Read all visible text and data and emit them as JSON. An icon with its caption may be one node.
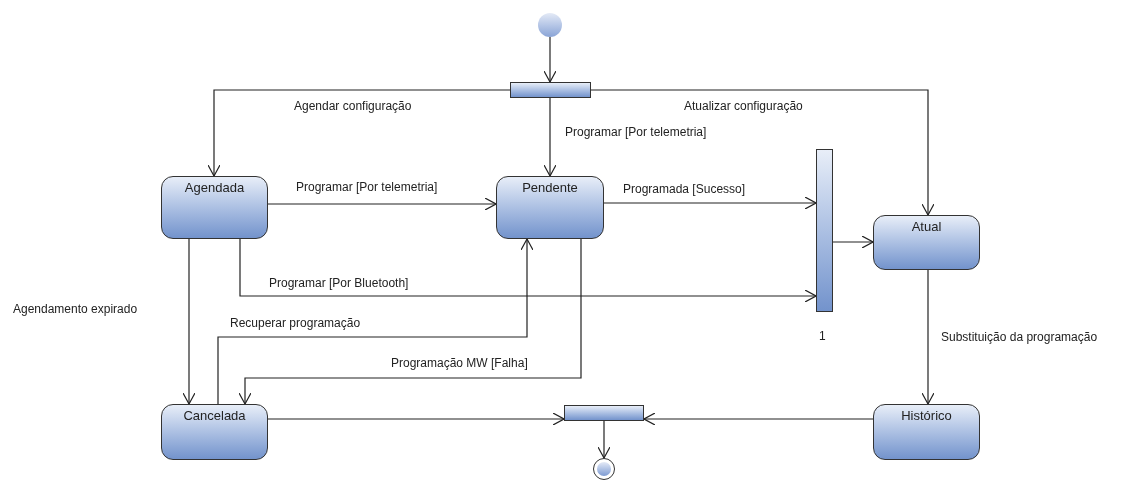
{
  "diagram": {
    "nodes": [
      {
        "text": [],
        "shape": "circle"
      },
      {
        "text": [],
        "shape": "bar"
      },
      {
        "text": [
          "Agendada"
        ]
      },
      {
        "text": [
          "Pendente"
        ]
      },
      {
        "text": [],
        "shape": "bar",
        "beside": [
          "1"
        ]
      },
      {
        "text": [
          "Atual"
        ]
      },
      {
        "text": [
          "Cancelada"
        ]
      },
      {
        "text": [
          "Histórico"
        ]
      },
      {
        "text": [],
        "shape": "bar"
      },
      {
        "text": [],
        "shape": "circle"
      }
    ],
    "edges": [
      {
        "from": 0,
        "to": 1,
        "arrow": "to"
      },
      {
        "from": 1,
        "to": 2,
        "arrow": "to",
        "label": "Agendar configuração"
      },
      {
        "from": 1,
        "to": 5,
        "arrow": "to",
        "label": "Atualizar configuração"
      },
      {
        "from": 1,
        "to": 3,
        "arrow": "to",
        "label": "Programar [Por telemetria]"
      },
      {
        "from": 2,
        "to": 3,
        "arrow": "to",
        "label": "Programar [Por telemetria]"
      },
      {
        "from": 3,
        "to": 4,
        "arrow": "to",
        "label": "Programada [Sucesso]"
      },
      {
        "from": 2,
        "to": 4,
        "arrow": "to",
        "label": "Programar [Por Bluetooth]"
      },
      {
        "from": 4,
        "to": 5,
        "arrow": "to"
      },
      {
        "from": 2,
        "to": 6,
        "arrow": "to",
        "label": "Agendamento expirado"
      },
      {
        "from": 6,
        "to": 3,
        "arrow": "to",
        "label": "Recuperar programação"
      },
      {
        "from": 3,
        "to": 6,
        "arrow": "to",
        "label": "Programação MW [Falha]"
      },
      {
        "from": 5,
        "to": 7,
        "arrow": "to",
        "label": "Substituição da programação"
      },
      {
        "from": 6,
        "to": 8,
        "arrow": "to"
      },
      {
        "from": 7,
        "to": 8,
        "arrow": "to"
      },
      {
        "from": 8,
        "to": 9,
        "arrow": "to"
      }
    ]
  }
}
